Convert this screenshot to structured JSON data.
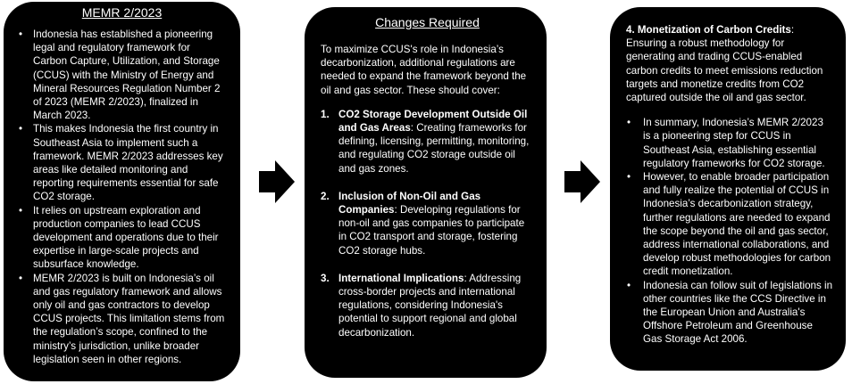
{
  "panel1": {
    "title": "MEMR 2/2023",
    "bullets": [
      "Indonesia has established a pioneering legal and regulatory framework for Carbon Capture, Utilization, and Storage (CCUS) with the Ministry of Energy and Mineral Resources Regulation Number 2 of 2023 (MEMR 2/2023), finalized in March 2023.",
      "This makes Indonesia the first country in Southeast Asia to implement such a framework. MEMR 2/2023 addresses key areas like detailed monitoring and reporting requirements essential for safe CO2 storage.",
      "It relies on upstream exploration and production companies to lead CCUS development and operations due to their expertise in large-scale projects and subsurface knowledge.",
      "MEMR 2/2023 is built on Indonesia’s oil and gas regulatory framework and allows only oil and gas contractors to develop CCUS projects. This limitation stems from the regulation’s scope, confined to the ministry’s jurisdiction, unlike broader legislation seen in other regions."
    ]
  },
  "panel2": {
    "title": "Changes Required",
    "intro": "To maximize CCUS's role in Indonesia’s decarbonization, additional regulations are needed to expand the framework beyond the oil and gas sector. These should cover:",
    "items": [
      {
        "num": "1.",
        "heading": "CO2 Storage Development Outside Oil and Gas Areas",
        "text": ": Creating frameworks for defining, licensing, permitting, monitoring, and regulating CO2 storage outside oil and gas zones."
      },
      {
        "num": "2.",
        "heading": "Inclusion of Non-Oil and Gas Companies",
        "text": ": Developing regulations for non-oil and gas companies to participate in CO2 transport and storage, fostering CO2 storage hubs."
      },
      {
        "num": "3.",
        "heading": "International Implications",
        "text": ": Addressing cross-border projects and international regulations, considering Indonesia's potential to support regional and global decarbonization."
      }
    ]
  },
  "panel3": {
    "lead_heading": "4. Monetization of Carbon Credits",
    "lead_text": ": Ensuring a robust methodology for generating and trading CCUS-enabled carbon credits to meet emissions reduction targets and monetize credits from CO2 captured outside the oil and gas sector.",
    "bullets": [
      "In summary, Indonesia’s MEMR 2/2023 is a pioneering step for CCUS in Southeast Asia, establishing essential regulatory frameworks for CO2 storage.",
      "However, to enable broader participation and fully realize the potential of CCUS in Indonesia’s decarbonization strategy, further regulations are needed to expand the scope beyond the oil and gas sector, address international collaborations, and develop robust methodologies for carbon credit monetization.",
      "Indonesia can follow suit of legislations in other countries like the CCS Directive in the European Union and Australia's Offshore Petroleum and Greenhouse Gas Storage Act 2006."
    ]
  },
  "arrows": [
    "arrow-right-icon",
    "arrow-right-icon"
  ]
}
